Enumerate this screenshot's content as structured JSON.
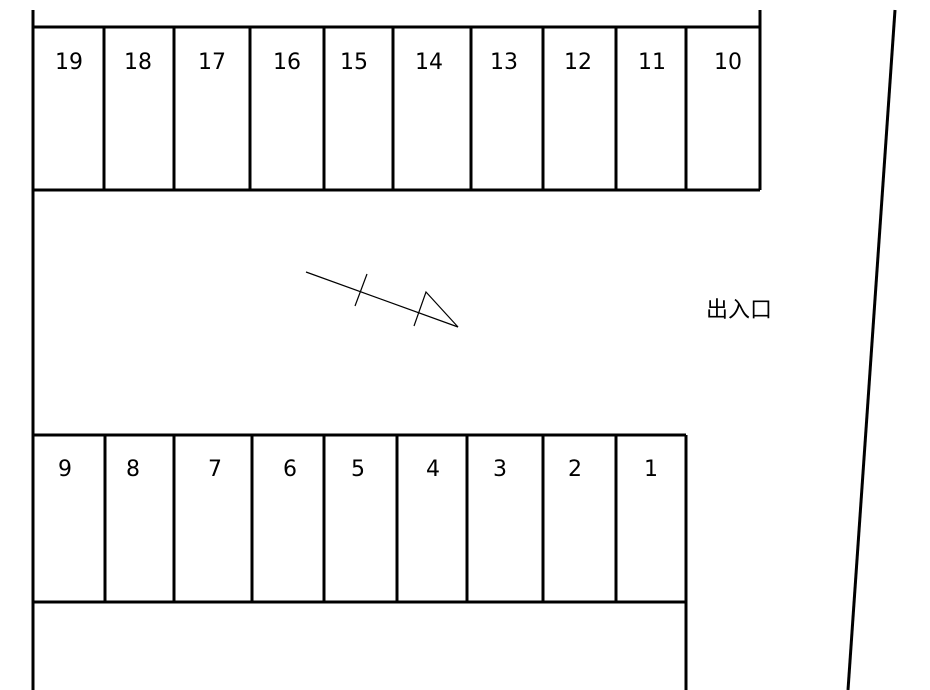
{
  "diagram": {
    "type": "parking-lot-layout",
    "entrance_label": "出入口",
    "top_row_spaces": [
      "19",
      "18",
      "17",
      "16",
      "15",
      "14",
      "13",
      "12",
      "11",
      "10"
    ],
    "bottom_row_spaces": [
      "9",
      "8",
      "7",
      "6",
      "5",
      "4",
      "3",
      "2",
      "1"
    ],
    "north_arrow_icon": "north-arrow-icon",
    "line_color": "#000000",
    "background_color": "#ffffff"
  }
}
